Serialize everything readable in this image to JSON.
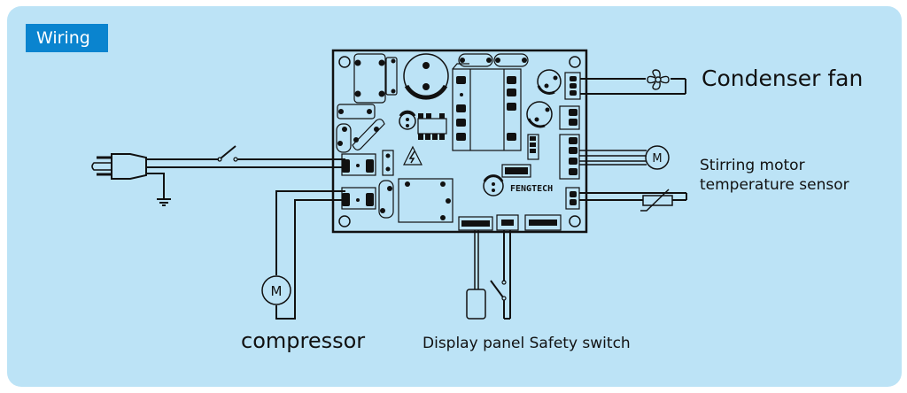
{
  "section": {
    "title": "Wiring"
  },
  "board": {
    "brand": "FENGTECH"
  },
  "labels": {
    "condenser_fan": "Condenser fan",
    "stirring_motor": "Stirring motor",
    "temperature_sensor": "temperature sensor",
    "compressor": "compressor",
    "display_safety": "Display panel Safety switch"
  },
  "symbols": {
    "motor_glyph": "M"
  },
  "colors": {
    "panel_bg": "#bce3f6",
    "badge_bg": "#0a84cf",
    "line": "#111111"
  }
}
